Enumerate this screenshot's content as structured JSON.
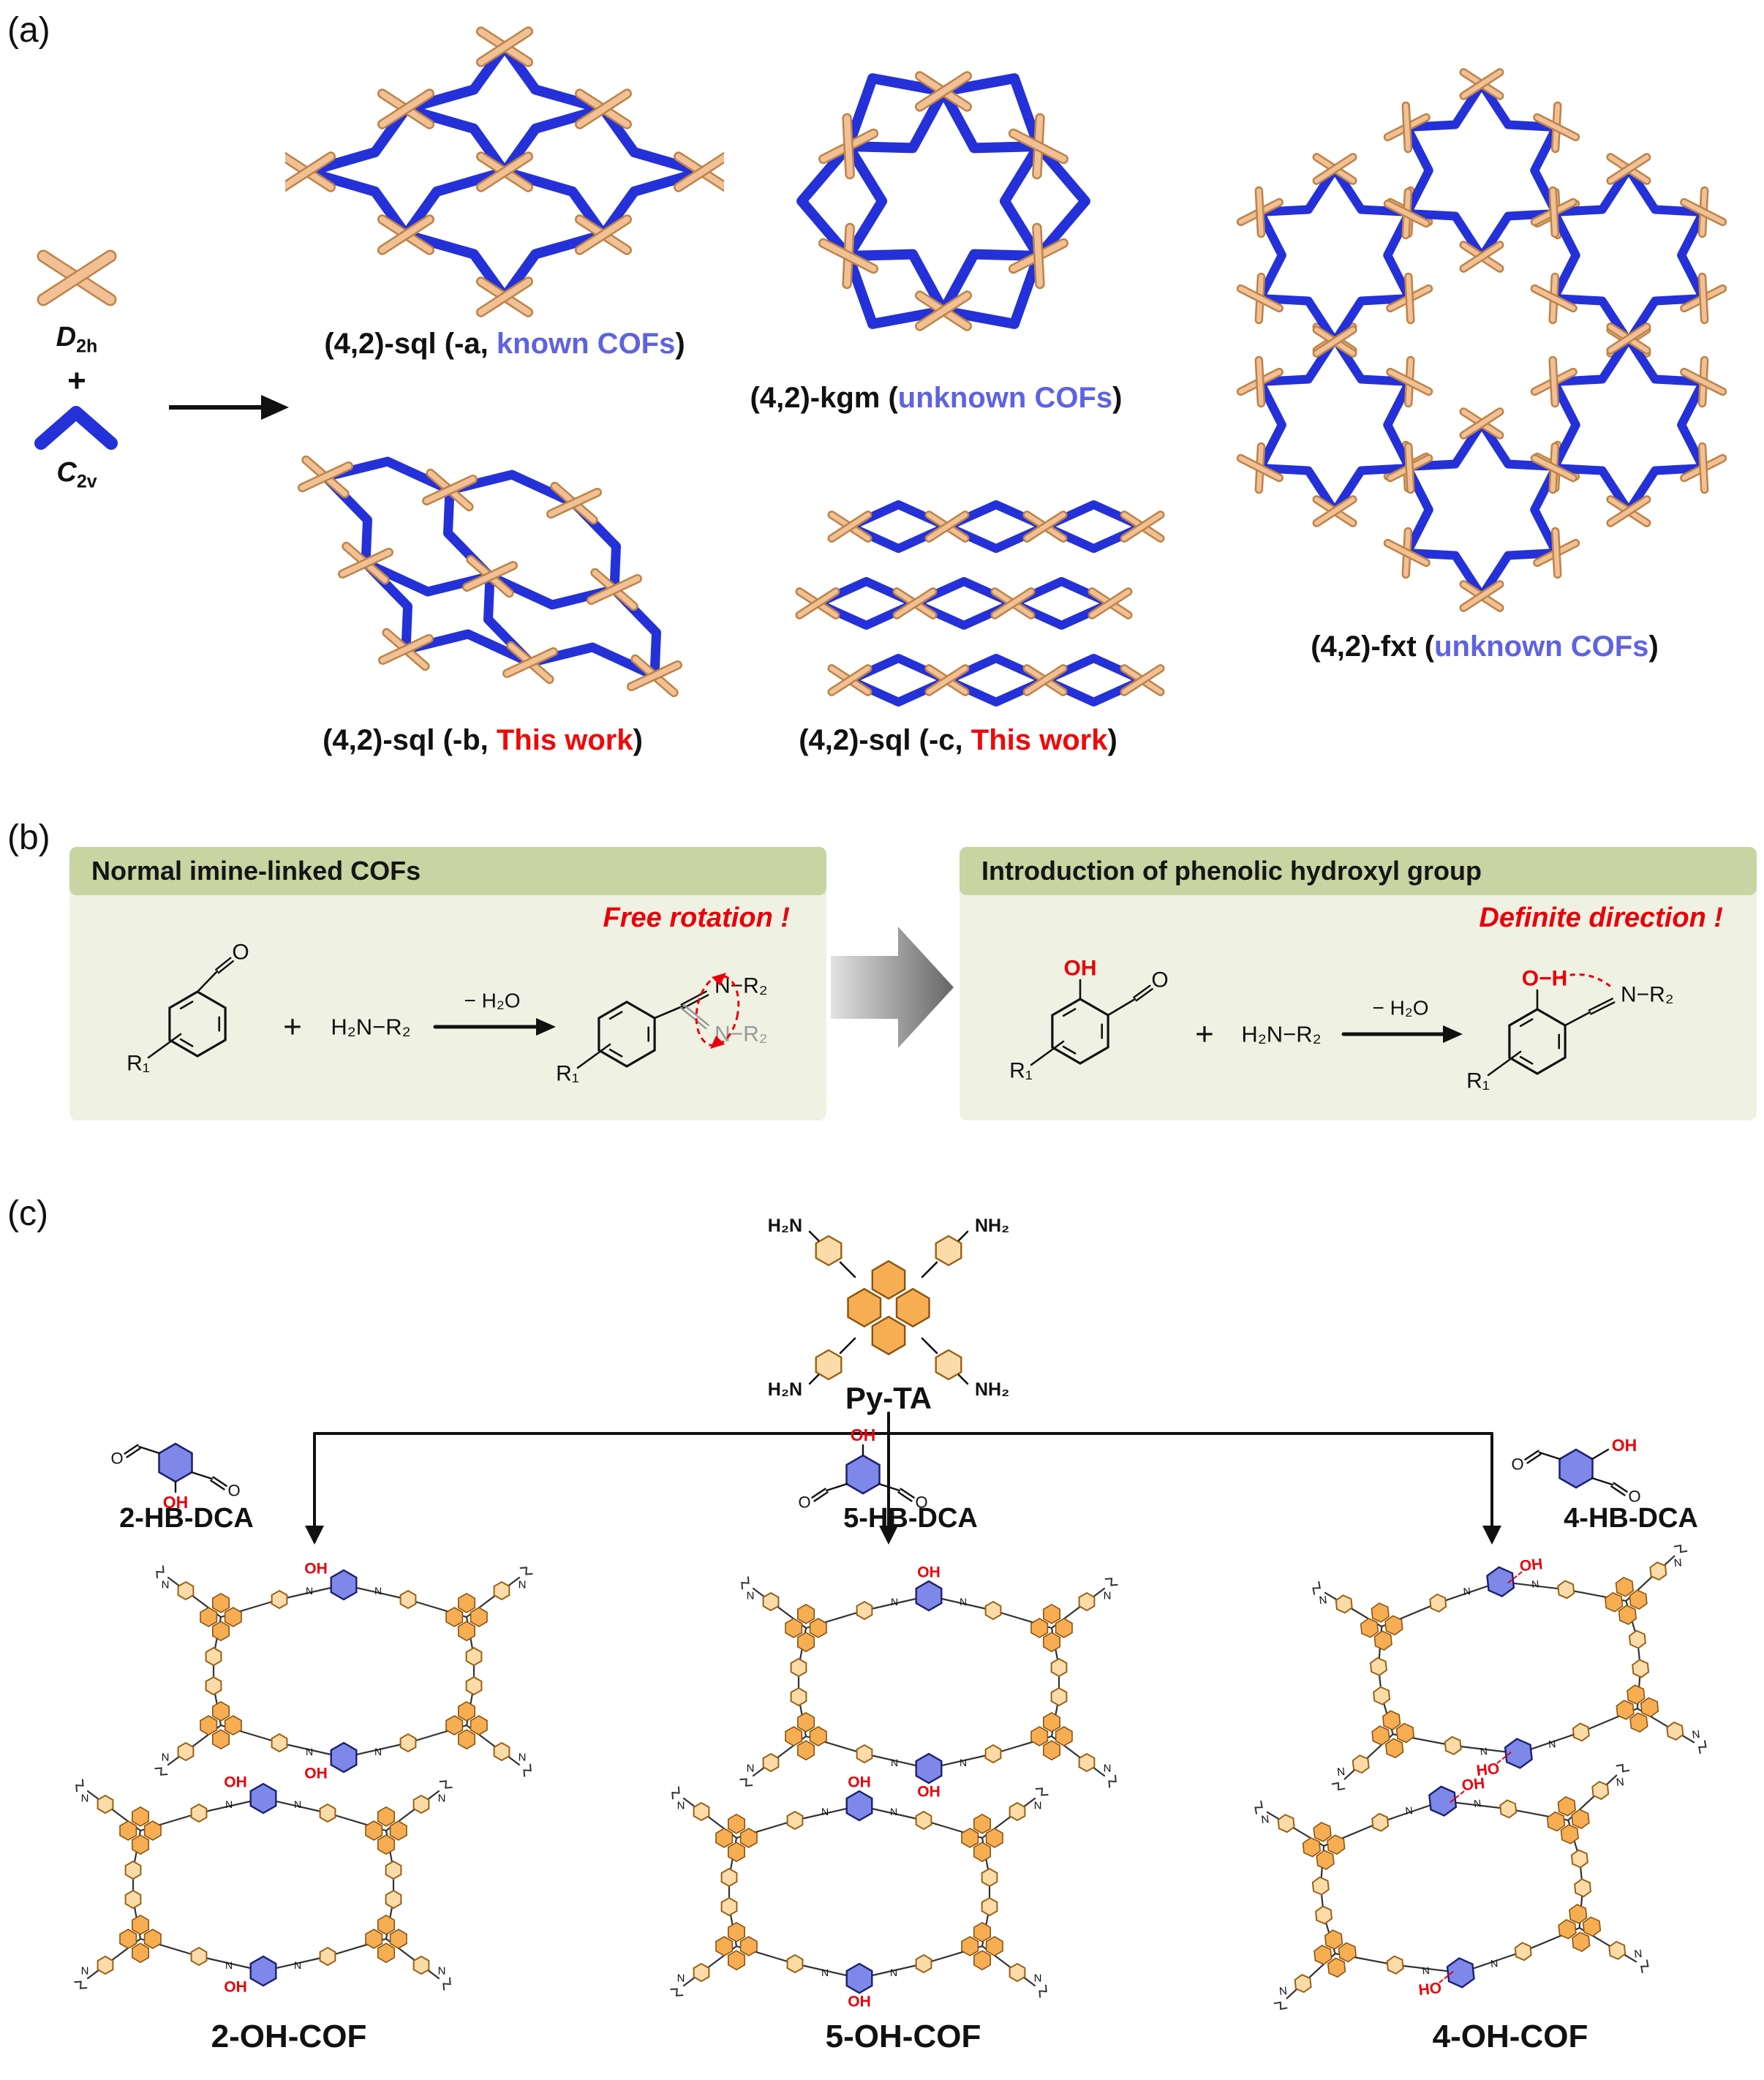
{
  "colors": {
    "blue_link": "#2431d8",
    "node_fill": "#f1c094",
    "node_stroke": "#bd8348",
    "pyrene_fill": "#f7ad52",
    "pyrene_stroke": "#8a5412",
    "phenyl_fill": "#fbdca8",
    "phenyl_stroke": "#9a6216",
    "dca_fill": "#7d88e8",
    "dca_stroke": "#1c2070",
    "red": "#e8000b",
    "bond": "#333333",
    "green_header": "#c8d4a2",
    "green_body": "#eff2e2"
  },
  "panel_a": {
    "label": "(a)",
    "d2h": {
      "letter": "D",
      "sub": "2h"
    },
    "plus": "+",
    "c2v": {
      "letter": "C",
      "sub": "2v"
    },
    "nets": [
      {
        "pre": "(4,2)-sql (-a, ",
        "hl": "known COFs",
        "post": ")",
        "color": "#5e62e2"
      },
      {
        "pre": "(4,2)-kgm (",
        "hl": "unknown COFs",
        "post": ")",
        "color": "#5e62e2"
      },
      {
        "pre": "(4,2)-fxt (",
        "hl": "unknown COFs",
        "post": ")",
        "color": "#5e62e2"
      },
      {
        "pre": "(4,2)-sql (-b, ",
        "hl": "This work",
        "post": ")",
        "color": "#ee0a0a"
      },
      {
        "pre": "(4,2)-sql (-c, ",
        "hl": "This work",
        "post": ")",
        "color": "#ee0a0a"
      }
    ]
  },
  "panel_b": {
    "label": "(b)",
    "left": {
      "header": "Normal imine-linked COFs",
      "callout": "Free rotation !",
      "r1": "R₁",
      "plus": "+",
      "amine": "H₂N−R₂",
      "minus_h2o": "− H₂O",
      "o": "O",
      "n_r2_top": "N−R₂",
      "n_r2_bottom": "N−R₂"
    },
    "right": {
      "header": "Introduction of phenolic hydroxyl group",
      "callout": "Definite direction !",
      "oh": "OH",
      "o_h": "O−H",
      "r1": "R₁",
      "plus": "+",
      "amine": "H₂N−R₂",
      "minus_h2o": "− H₂O",
      "o": "O",
      "n_r2": "N−R₂"
    }
  },
  "panel_c": {
    "label": "(c)",
    "pyta": {
      "name": "Py-TA",
      "nh2_tl": "H₂N",
      "nh2_tr": "NH₂",
      "nh2_bl": "H₂N",
      "nh2_br": "NH₂"
    },
    "aldehydes": [
      {
        "name": "2-HB-DCA"
      },
      {
        "name": "5-HB-DCA"
      },
      {
        "name": "4-HB-DCA"
      }
    ],
    "cofs": [
      {
        "name": "2-OH-COF"
      },
      {
        "name": "5-OH-COF"
      },
      {
        "name": "4-OH-COF"
      }
    ],
    "oh": "OH",
    "ho": "HO",
    "o": "O",
    "n": "N"
  }
}
